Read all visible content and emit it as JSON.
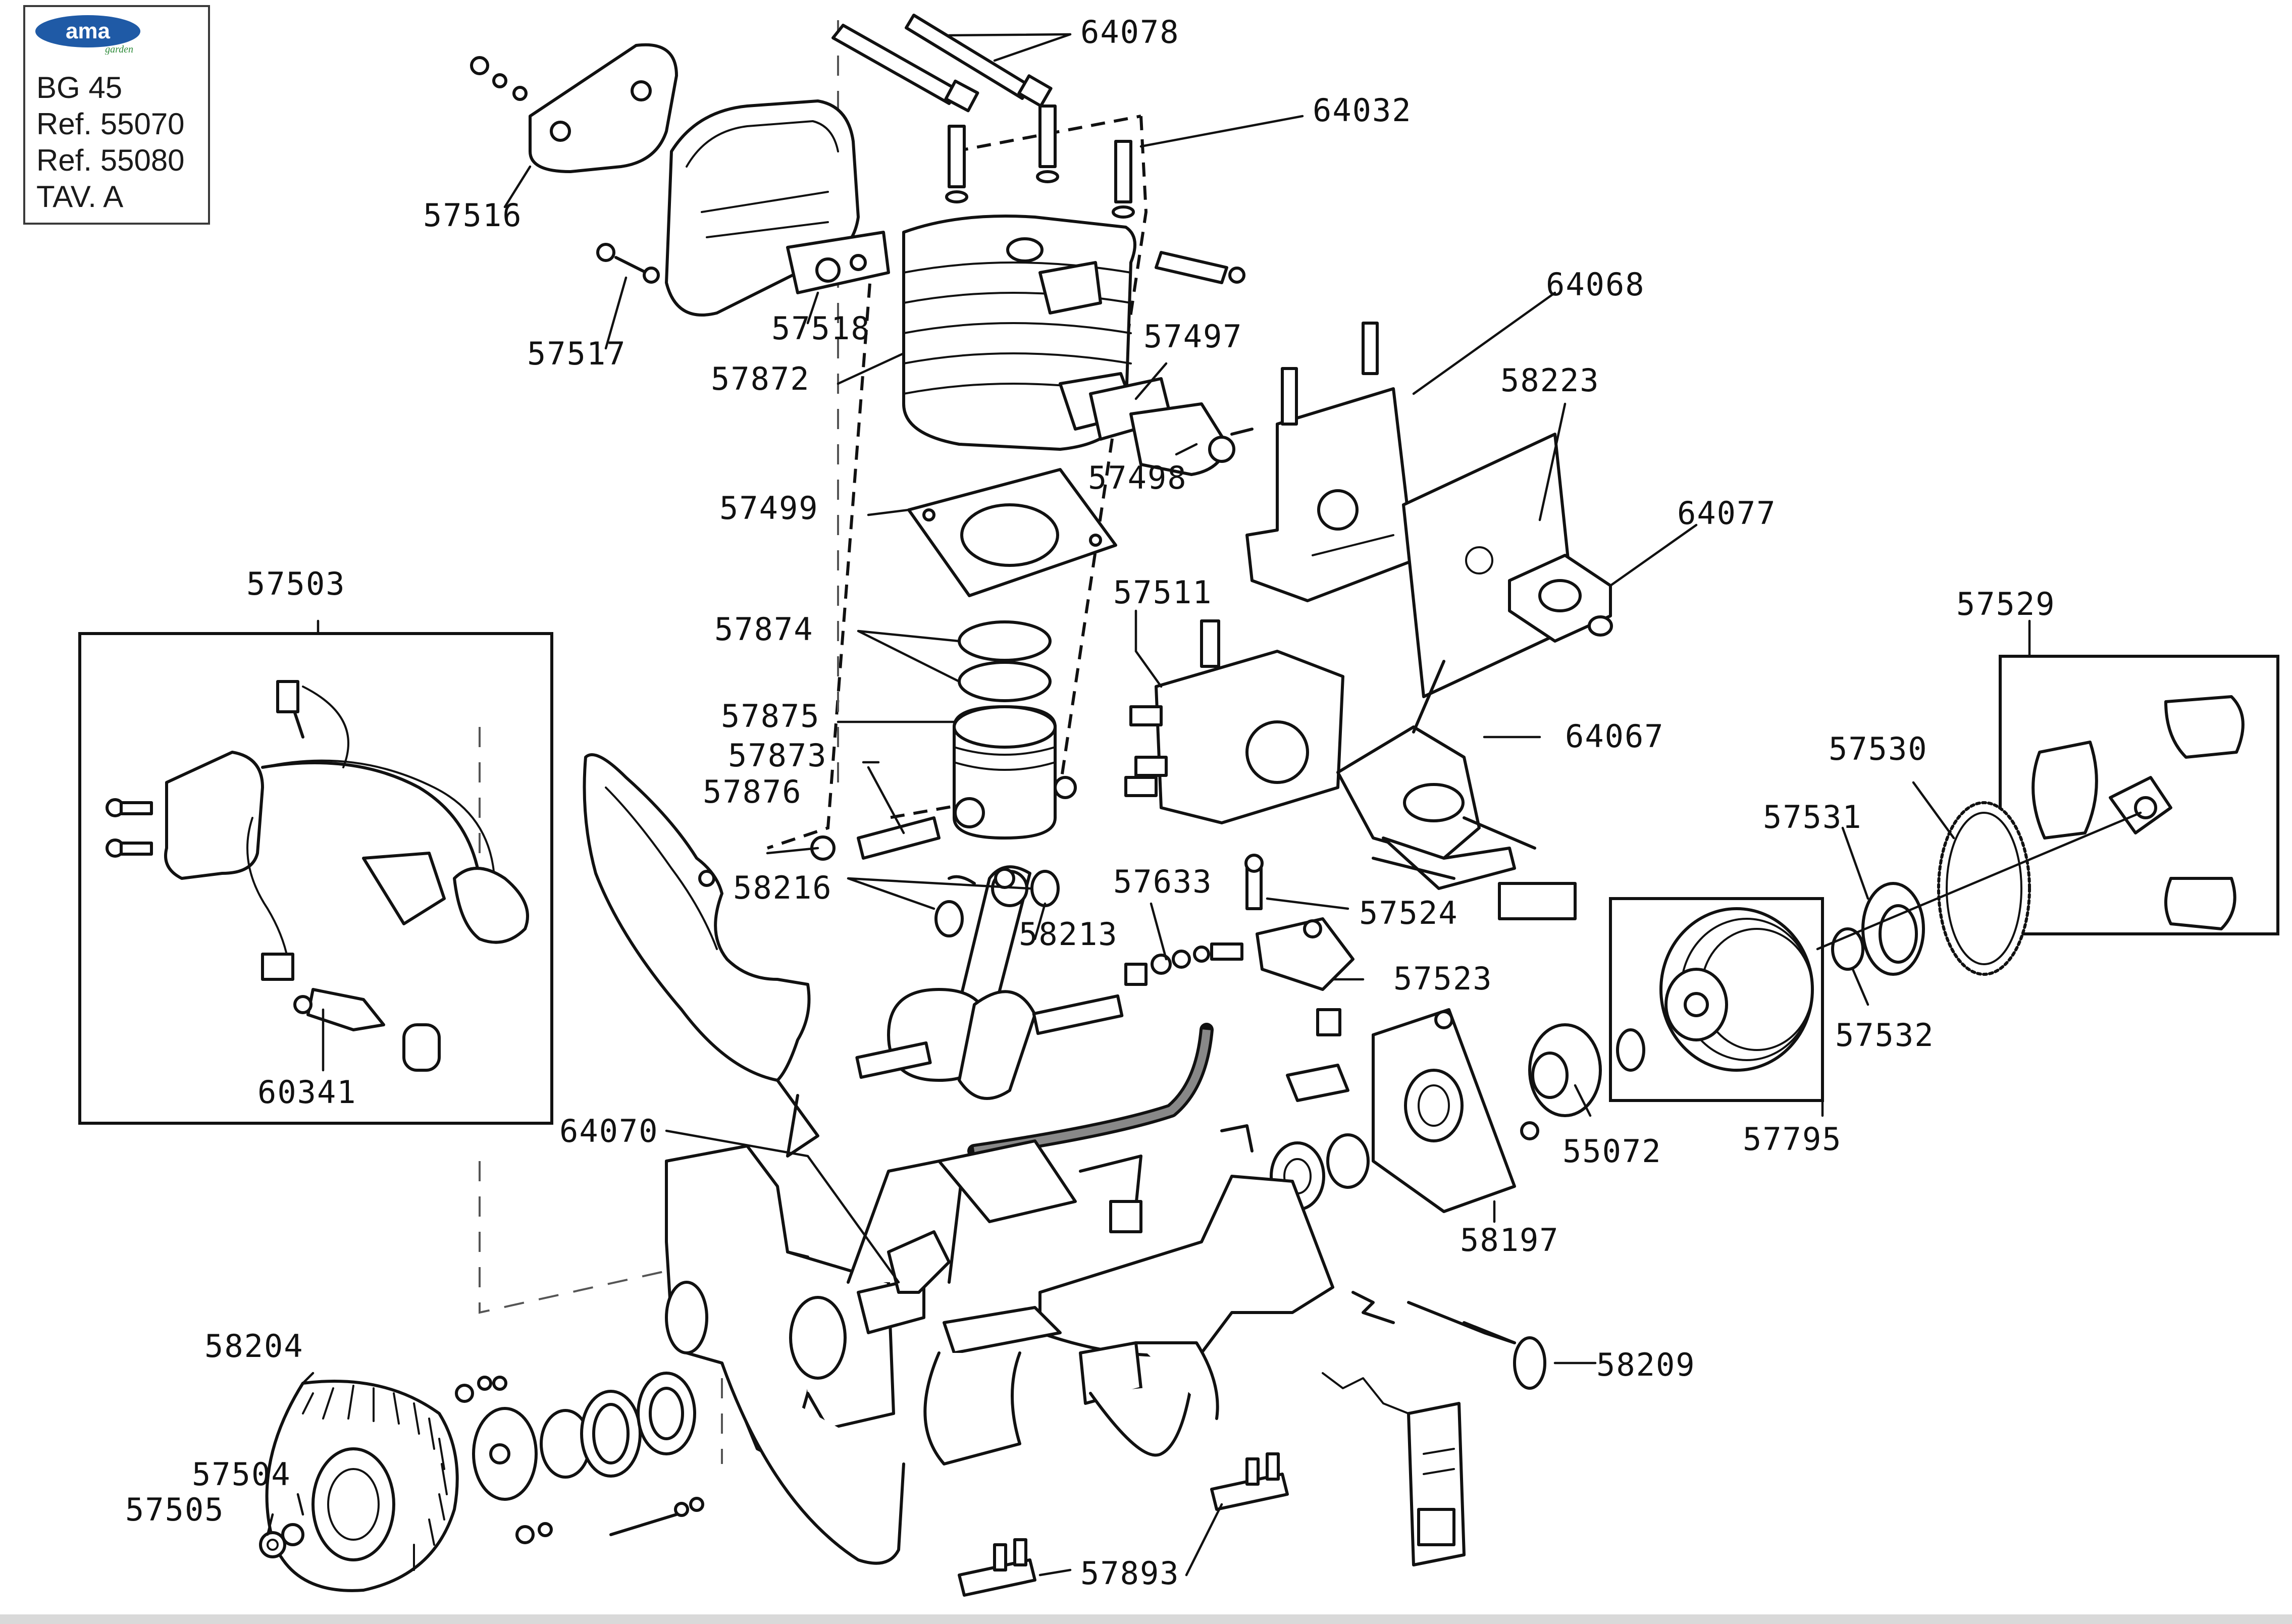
{
  "title_block": {
    "logo": "ama",
    "logo_subtext": "garden",
    "model": "BG 45",
    "ref_1": "Ref. 55070",
    "ref_2": "Ref. 55080",
    "table": "TAV. A"
  },
  "callouts": {
    "c64078": "64078",
    "c64032": "64032",
    "c57516": "57516",
    "c57517": "57517",
    "c57518": "57518",
    "c57872": "57872",
    "c57497": "57497",
    "c57498": "57498",
    "c64068": "64068",
    "c58223": "58223",
    "c64077": "64077",
    "c57499": "57499",
    "c57503": "57503",
    "c57874": "57874",
    "c57511": "57511",
    "c57529": "57529",
    "c57875": "57875",
    "c64067": "64067",
    "c57873": "57873",
    "c57530": "57530",
    "c57876": "57876",
    "c57531": "57531",
    "c58216": "58216",
    "c57633": "57633",
    "c58213": "58213",
    "c57524": "57524",
    "c57523": "57523",
    "c57532": "57532",
    "c60341": "60341",
    "c64070": "64070",
    "c57795": "57795",
    "c55072": "55072",
    "c58197": "58197",
    "c58204": "58204",
    "c58209": "58209",
    "c57504": "57504",
    "c57505": "57505",
    "c57893": "57893"
  },
  "colors": {
    "ink": "#111111",
    "logo_blue": "#1f5aa6",
    "logo_green": "#2e8b3a",
    "frame": "#d9d9d9"
  },
  "icons": {
    "logo": "ama-garden-logo"
  }
}
